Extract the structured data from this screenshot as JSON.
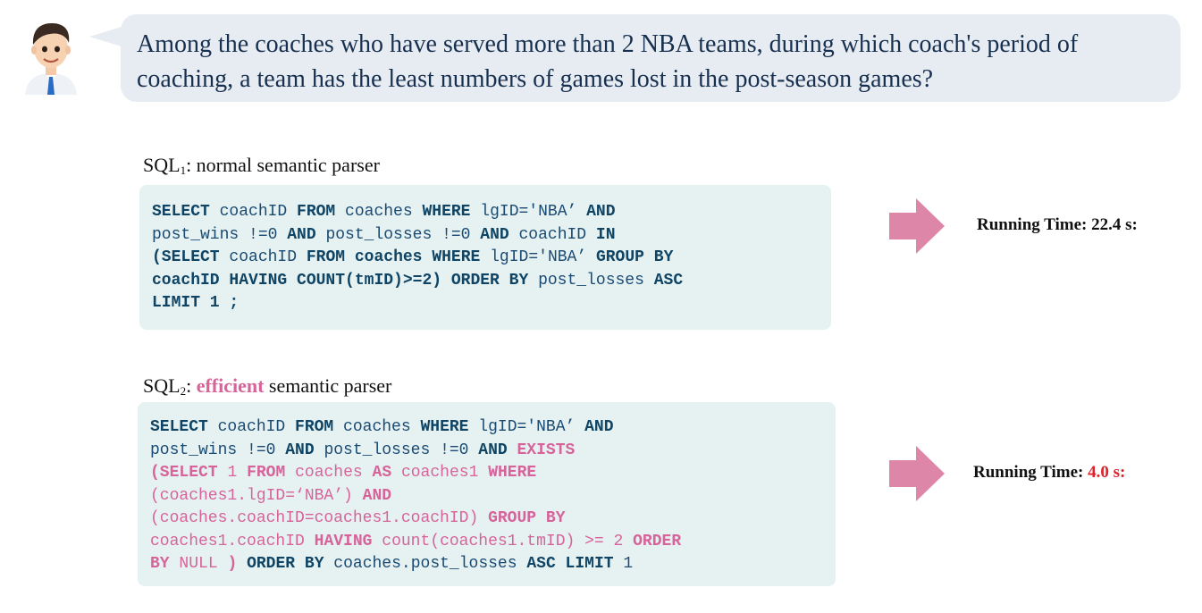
{
  "question": "Among the coaches who have served more than 2 NBA teams, during which coach's period of coaching, a team has the least numbers of games lost in the post-season games?",
  "sql1": {
    "label_base": "SQL",
    "label_sub": "1",
    "label_rest": ": normal semantic parser",
    "runtime_label": "Running Time:",
    "runtime_value": "22.4 s:"
  },
  "sql2": {
    "label_base": "SQL",
    "label_sub": "2",
    "label_sep": ":",
    "label_highlight": "efficient",
    "label_rest": " semantic parser",
    "runtime_label": "Running Time:",
    "runtime_value": "4.0 s:"
  },
  "colors": {
    "highlight_pink": "#d6649a",
    "arrow_pink": "#de86a8",
    "runtime_red": "#e0202a",
    "code_bg": "#e6f2f2",
    "bubble_bg": "#e7ebf2"
  },
  "icons": {
    "avatar": "user-avatar-icon",
    "arrow": "right-arrow-icon"
  }
}
